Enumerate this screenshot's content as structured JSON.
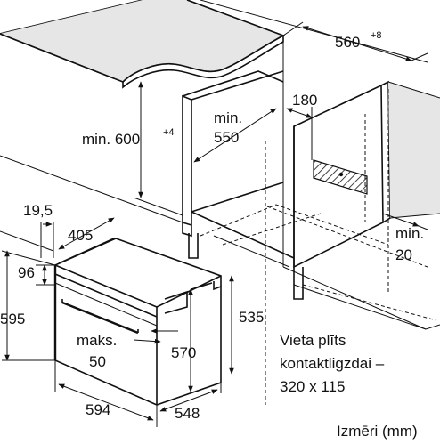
{
  "dims": {
    "width_top": "560",
    "width_top_tol": "+8",
    "height_min": "min. 600",
    "height_tol": "+4",
    "depth_min_line1": "min.",
    "depth_min_line2": "550",
    "socket_offset": "180",
    "side_gap_line1": "min.",
    "side_gap_line2": "20",
    "front_offset": "19,5",
    "top_depth": "405",
    "panel_height": "96",
    "oven_height": "595",
    "inner_height": "535",
    "cavity_height": "570",
    "max_line1": "maks.",
    "max_line2": "50",
    "oven_width": "594",
    "oven_depth": "548"
  },
  "note": {
    "line1": "Vieta plīts",
    "line2": "kontaktligzdai –",
    "line3": "320 x 115"
  },
  "footer": "Izmēri (mm)"
}
